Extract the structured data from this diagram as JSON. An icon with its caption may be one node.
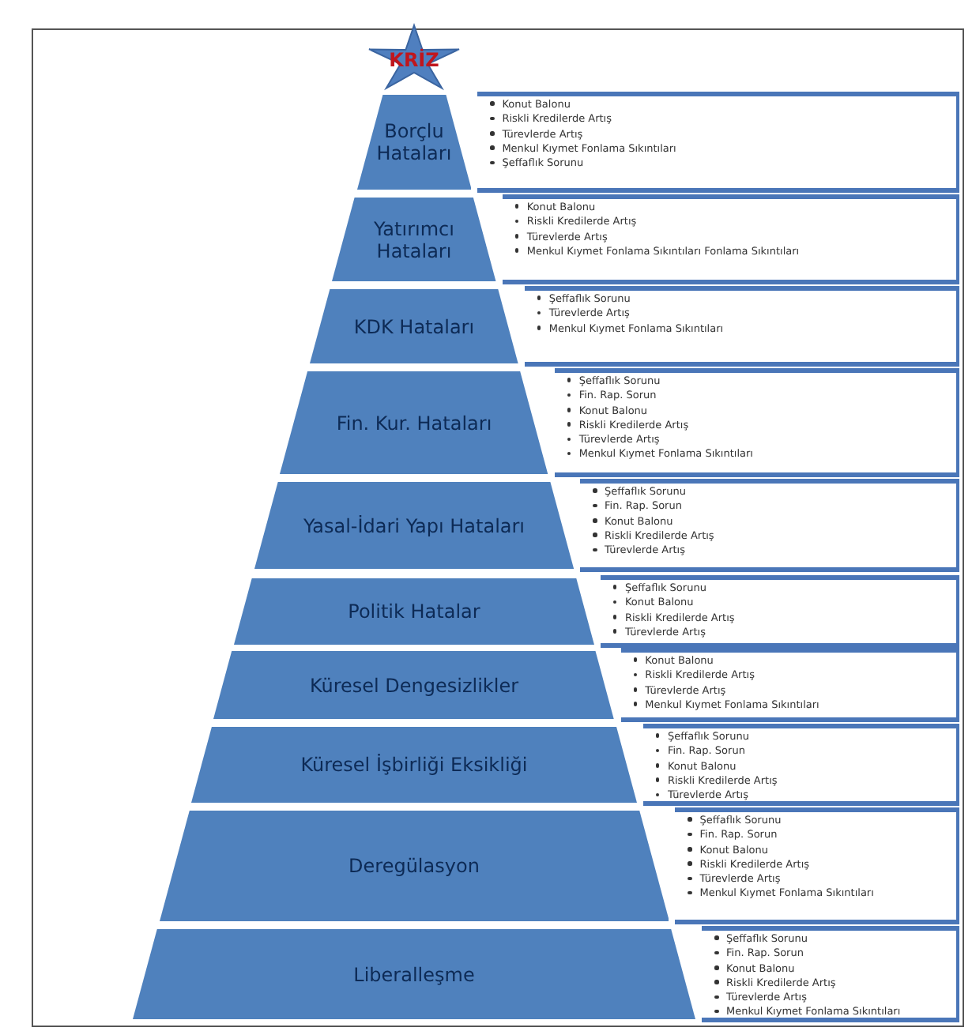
{
  "diagram": {
    "nodes": [
      {
        "text": [
          "KRİZ"
        ]
      },
      {
        "text": [
          "Borçlu Hataları"
        ]
      },
      {
        "text": [
          "Konut Balonu",
          "Riskli Kredilerde Artış",
          "Türevlerde Artış",
          "Menkul Kıymet Fonlama Sıkıntıları",
          "Şeffaflık Sorunu"
        ]
      },
      {
        "text": [
          "Yatırımcı Hataları"
        ]
      },
      {
        "text": [
          "Konut Balonu",
          "Riskli Kredilerde Artış",
          "Türevlerde Artış",
          "Menkul Kıymet Fonlama Sıkıntıları Fonlama Sıkıntıları"
        ]
      },
      {
        "text": [
          "KDK Hataları"
        ]
      },
      {
        "text": [
          "Şeffaflık Sorunu",
          "Türevlerde Artış",
          "Menkul Kıymet Fonlama Sıkıntıları"
        ]
      },
      {
        "text": [
          "Fin. Kur. Hataları"
        ]
      },
      {
        "text": [
          "Şeffaflık Sorunu",
          "Fin. Rap. Sorun",
          "Konut Balonu",
          "Riskli Kredilerde Artış",
          "Türevlerde Artış",
          "Menkul Kıymet Fonlama Sıkıntıları"
        ]
      },
      {
        "text": [
          "Yasal-İdari Yapı Hataları"
        ]
      },
      {
        "text": [
          "Şeffaflık Sorunu",
          "Fin. Rap. Sorun",
          "Konut Balonu",
          "Riskli Kredilerde Artış",
          "Türevlerde Artış"
        ]
      },
      {
        "text": [
          "Politik Hatalar"
        ]
      },
      {
        "text": [
          "Şeffaflık Sorunu",
          "Konut Balonu",
          "Riskli Kredilerde Artış",
          "Türevlerde Artış"
        ]
      },
      {
        "text": [
          "Küresel Dengesizlikler"
        ]
      },
      {
        "text": [
          "Konut Balonu",
          "Riskli Kredilerde Artış",
          "Türevlerde Artış",
          "Menkul Kıymet Fonlama Sıkıntıları"
        ]
      },
      {
        "text": [
          "Küresel İşbirliği Eksikliği"
        ]
      },
      {
        "text": [
          "Şeffaflık Sorunu",
          "Fin. Rap. Sorun",
          "Konut Balonu",
          "Riskli Kredilerde Artış",
          "Türevlerde Artış"
        ]
      },
      {
        "text": [
          "Deregülasyon"
        ]
      },
      {
        "text": [
          "Şeffaflık Sorunu",
          "Fin. Rap. Sorun",
          "Konut Balonu",
          "Riskli Kredilerde Artış",
          "Türevlerde Artış",
          "Menkul Kıymet Fonlama Sıkıntıları"
        ]
      },
      {
        "text": [
          "Liberalleşme"
        ]
      },
      {
        "text": [
          "Şeffaflık Sorunu",
          "Fin. Rap. Sorun",
          "Konut Balonu",
          "Riskli Kredilerde Artış",
          "Türevlerde Artış",
          "Menkul Kıymet Fonlama Sıkıntıları"
        ]
      }
    ],
    "edges": []
  }
}
